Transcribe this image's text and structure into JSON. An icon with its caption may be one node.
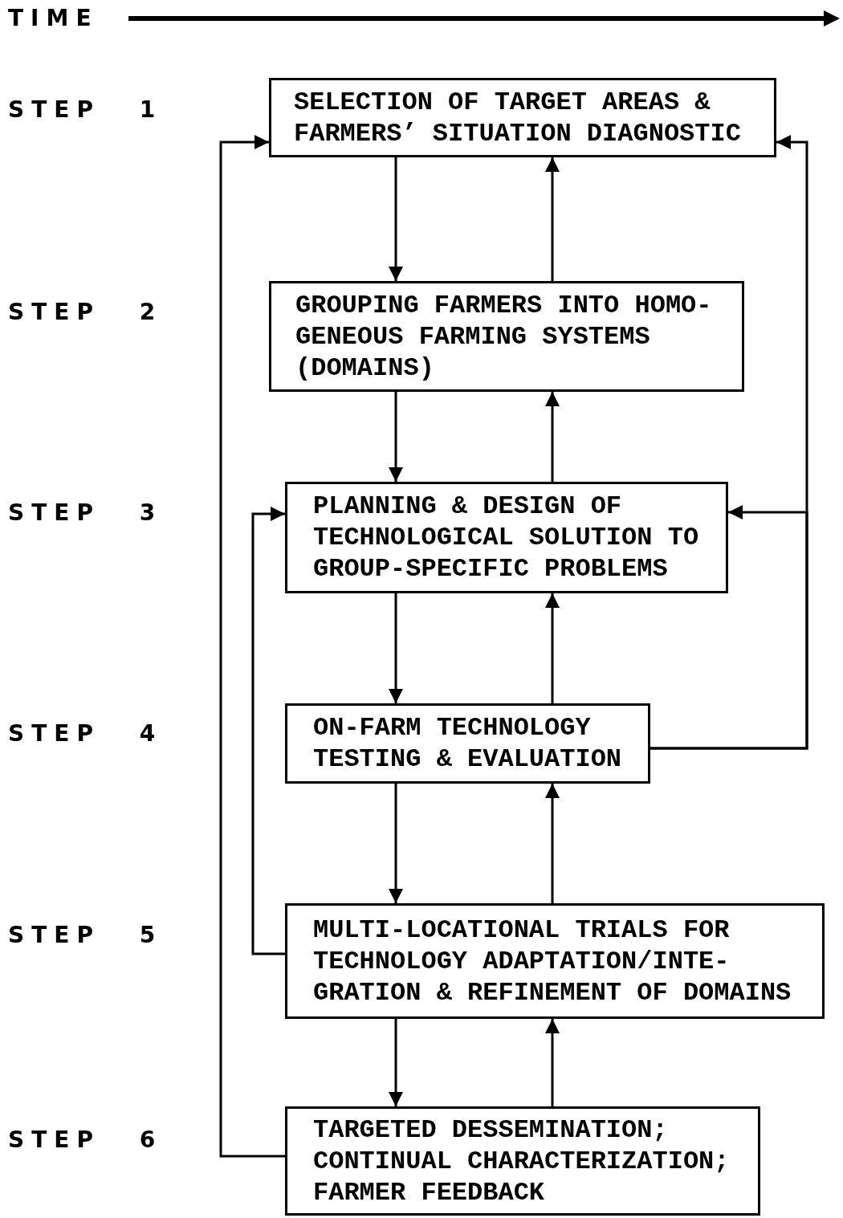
{
  "diagram": {
    "nodes": [
      {
        "text": [
          "SELECTION OF TARGET AREAS & FARMERS’ SITUATION DIAGNOSTIC"
        ]
      },
      {
        "text": [
          "GROUPING FARMERS INTO HOMO- GENEOUS FARMING SYSTEMS (DOMAINS)"
        ]
      },
      {
        "text": [
          "PLANNING & DESIGN OF TECHNOLOGICAL SOLUTION TO GROUP-SPECIFIC PROBLEMS"
        ]
      },
      {
        "text": [
          "ON-FARM TECHNOLOGY TESTING & EVALUATION"
        ]
      },
      {
        "text": [
          "MULTI-LOCATIONAL TRIALS FOR TECHNOLOGY ADAPTATION/INTE- GRATION & REFINEMENT OF DOMAINS"
        ]
      },
      {
        "text": [
          "TARGETED DESSEMINATION; CONTINUAL CHARACTERIZATION; FARMER FEEDBACK"
        ]
      }
    ],
    "edges": [
      {
        "from": 0,
        "to": 1,
        "arrow": "to"
      },
      {
        "from": 1,
        "to": 0,
        "arrow": "to"
      },
      {
        "from": 1,
        "to": 2,
        "arrow": "to"
      },
      {
        "from": 2,
        "to": 1,
        "arrow": "to"
      },
      {
        "from": 2,
        "to": 3,
        "arrow": "to"
      },
      {
        "from": 3,
        "to": 2,
        "arrow": "to"
      },
      {
        "from": 3,
        "to": 4,
        "arrow": "to"
      },
      {
        "from": 4,
        "to": 3,
        "arrow": "to"
      },
      {
        "from": 4,
        "to": 5,
        "arrow": "to"
      },
      {
        "from": 5,
        "to": 4,
        "arrow": "to"
      },
      {
        "from": 5,
        "to": 0,
        "arrow": "to"
      },
      {
        "from": 4,
        "to": 2,
        "arrow": "to"
      },
      {
        "from": 3,
        "to": 0,
        "arrow": "to"
      },
      {
        "from": 3,
        "to": 2,
        "arrow": "to"
      }
    ],
    "labels": [
      "TIME",
      "STEP 1",
      "STEP 2",
      "STEP 3",
      "STEP 4",
      "STEP 5",
      "STEP 6"
    ]
  }
}
